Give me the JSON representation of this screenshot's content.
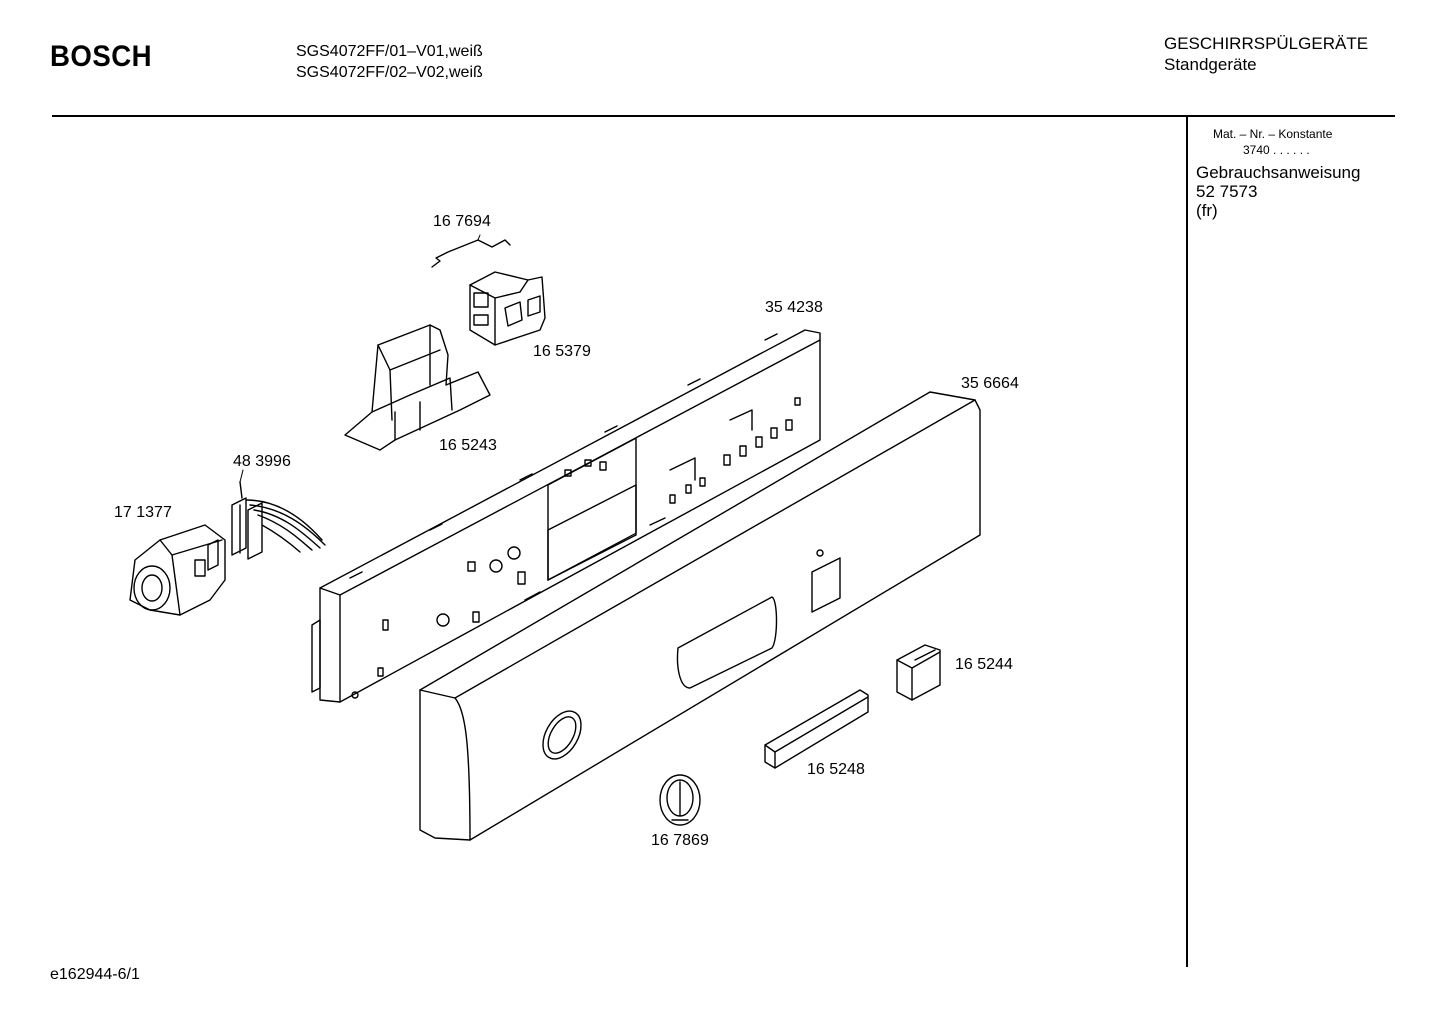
{
  "header": {
    "brand": "BOSCH",
    "models": [
      "SGS4072FF/01–V01,weiß",
      "SGS4072FF/02–V02,weiß"
    ],
    "category": "GESCHIRRSPÜLGERÄTE",
    "subcategory": "Standgeräte"
  },
  "sidebar": {
    "mat_label": "Mat. – Nr. – Konstante",
    "mat_value": "3740  .  .  .  .  .  .",
    "instructions_title": "Gebrauchsanweisung",
    "instructions_number": "52 7573",
    "instructions_lang": "(fr)"
  },
  "parts": [
    {
      "id": "p1",
      "number": "16 7694"
    },
    {
      "id": "p2",
      "number": "16 5379"
    },
    {
      "id": "p3",
      "number": "35 4238"
    },
    {
      "id": "p4",
      "number": "35 6664"
    },
    {
      "id": "p5",
      "number": "16 5243"
    },
    {
      "id": "p6",
      "number": "48 3996"
    },
    {
      "id": "p7",
      "number": "17 1377"
    },
    {
      "id": "p8",
      "number": "16 5244"
    },
    {
      "id": "p9",
      "number": "16 5248"
    },
    {
      "id": "p10",
      "number": "16 7869"
    }
  ],
  "footer": {
    "doc_ref": "e162944-6/1"
  }
}
